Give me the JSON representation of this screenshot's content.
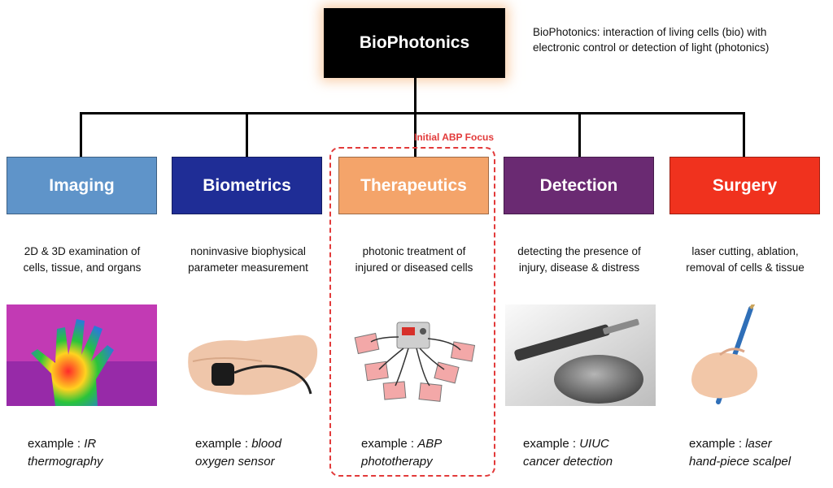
{
  "root": {
    "title": "BioPhotonics",
    "definition_line1": "BioPhotonics: interaction of living cells (bio) with",
    "definition_line2": "electronic control or detection of light (photonics)"
  },
  "focus_label": "Initial ABP Focus",
  "colors": {
    "imaging": "#5f94c9",
    "biometrics": "#1f2d96",
    "therapeutics": "#f4a46a",
    "detection": "#6a2a72",
    "surgery": "#f0321e",
    "focus": "#e23a3a"
  },
  "categories": [
    {
      "title": "Imaging",
      "desc_line1": "2D & 3D examination of",
      "desc_line2": "cells, tissue, and organs",
      "example_prefix": "example : ",
      "example_line1": "IR",
      "example_line2": "thermography",
      "image": "infrared-hand-thermogram"
    },
    {
      "title": "Biometrics",
      "desc_line1": "noninvasive biophysical",
      "desc_line2": "parameter measurement",
      "example_prefix": "example : ",
      "example_line1": "blood",
      "example_line2": "oxygen sensor",
      "image": "finger-pulse-oximeter"
    },
    {
      "title": "Therapeutics",
      "desc_line1": "photonic treatment of",
      "desc_line2": "injured or diseased cells",
      "example_prefix": "example : ",
      "example_line1": "ABP",
      "example_line2": "phototherapy",
      "image": "phototherapy-device-with-pads"
    },
    {
      "title": "Detection",
      "desc_line1": "detecting the presence of",
      "desc_line2": "injury, disease & distress",
      "example_prefix": "example : ",
      "example_line1": "UIUC",
      "example_line2": "cancer detection",
      "image": "probe-and-coin"
    },
    {
      "title": "Surgery",
      "desc_line1": "laser cutting, ablation,",
      "desc_line2": "removal of cells & tissue",
      "example_prefix": "example : ",
      "example_line1": "laser",
      "example_line2": "hand-piece scalpel",
      "image": "hand-holding-laser-pen"
    }
  ]
}
